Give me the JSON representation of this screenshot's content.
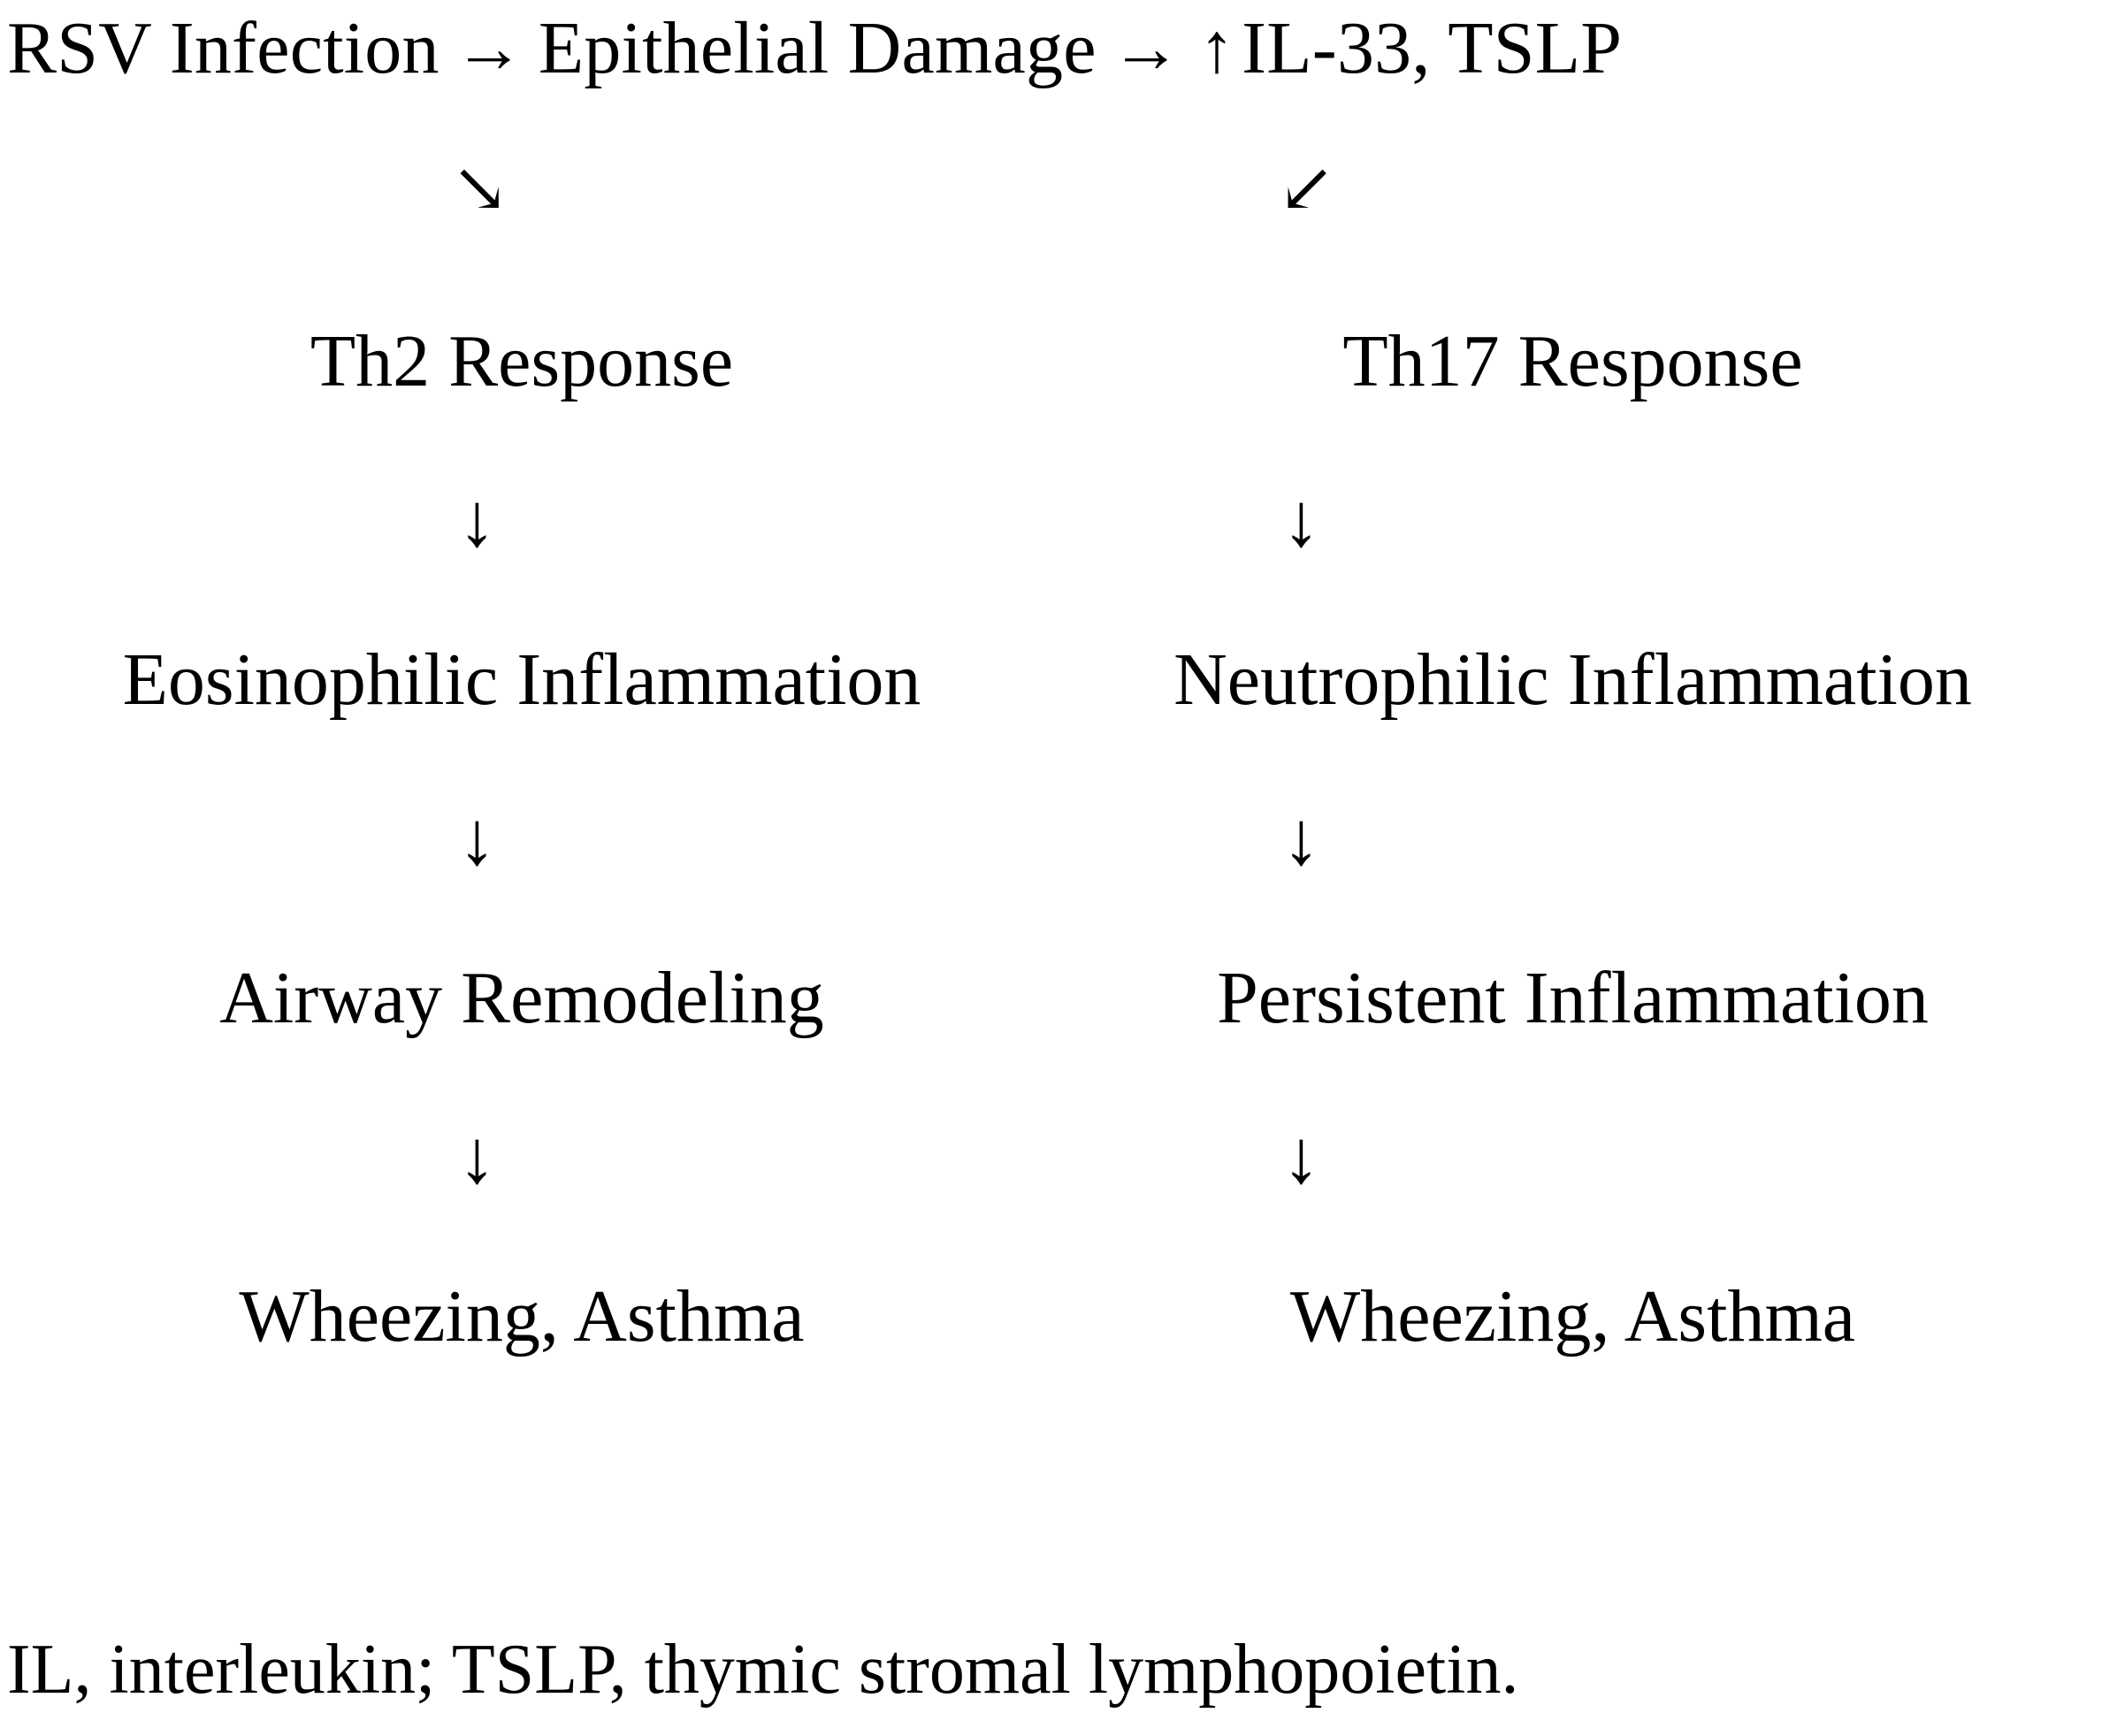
{
  "figure": {
    "type": "flow-diagram",
    "background_color": "#ffffff",
    "text_color": "#000000",
    "header": {
      "node_1": "RSV Infection",
      "arrow_1": "→",
      "node_2": "Epithelial Damage",
      "arrow_2": "→",
      "up_arrow": "↑",
      "node_3": "IL-33, TSLP",
      "full_text": "RSV Infection → Epithelial Damage → ↑ IL-33, TSLP"
    },
    "branch_arrows": {
      "left": "↘",
      "right": "↙"
    },
    "down_arrow": "↓",
    "columns": [
      {
        "name": "th2-pathway",
        "nodes": [
          "Th2 Response",
          "Eosinophilic Inflammation",
          "Airway Remodeling",
          "Wheezing, Asthma"
        ]
      },
      {
        "name": "th17-pathway",
        "nodes": [
          "Th17 Response",
          "Neutrophilic Inflammation",
          "Persistent Inflammation",
          "Wheezing, Asthma"
        ]
      }
    ],
    "footnote": "IL, interleukin; TSLP, thymic stromal lymphopoietin."
  }
}
